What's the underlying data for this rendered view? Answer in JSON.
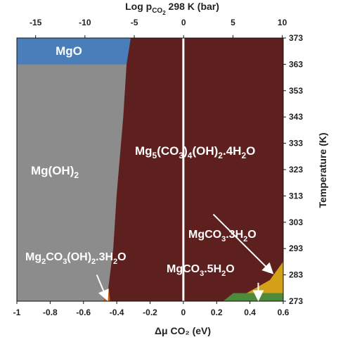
{
  "chart_data": {
    "type": "heatmap",
    "subtype": "phase-diagram",
    "bottom_axis": {
      "label": "Δμ CO₂ (eV)",
      "range": [
        -1,
        0.6
      ],
      "ticks": [
        -1,
        -0.8,
        -0.6,
        -0.4,
        -0.2,
        0,
        0.2,
        0.4,
        0.6
      ],
      "tick_labels": [
        "-1",
        "-0.8",
        "-0.6",
        "-0.4",
        "-0.2",
        "0",
        "0.2",
        "0.4",
        "0.6"
      ]
    },
    "top_axis": {
      "label": "Log pCO₂ 298 K (bar)",
      "label_main": "Log p",
      "label_sub": "CO",
      "label_subsub": "2",
      "label_rest": " 298 K (bar)",
      "range": [
        -16.9,
        10.1
      ],
      "ticks": [
        -15,
        -10,
        -5,
        0,
        5,
        10
      ],
      "tick_labels": [
        "-15",
        "-10",
        "-5",
        "0",
        "5",
        "10"
      ]
    },
    "right_axis": {
      "label": "Temperature (K)",
      "range": [
        273,
        373
      ],
      "ticks": [
        273,
        283,
        293,
        303,
        313,
        323,
        333,
        343,
        353,
        363,
        373
      ],
      "tick_labels": [
        "273",
        "283",
        "293",
        "303",
        "313",
        "323",
        "333",
        "343",
        "353",
        "363",
        "373"
      ]
    },
    "reference_line": {
      "x": 0,
      "color": "#ffffff"
    },
    "regions": [
      {
        "name": "Mg(OH)2",
        "label_main": "Mg(OH)",
        "label_sub": "2",
        "color": "#8c8c8c",
        "polygon": [
          [
            -1,
            273
          ],
          [
            -0.46,
            273
          ],
          [
            -0.44,
            283
          ],
          [
            -0.42,
            293
          ],
          [
            -0.4,
            313
          ],
          [
            -0.36,
            343
          ],
          [
            -0.34,
            363
          ],
          [
            -1,
            363
          ]
        ]
      },
      {
        "name": "MgO",
        "label_main": "MgO",
        "label_sub": "",
        "color": "#4a7ebb",
        "polygon": [
          [
            -1,
            363
          ],
          [
            -0.34,
            363
          ],
          [
            -0.315,
            373
          ],
          [
            -1,
            373
          ]
        ]
      },
      {
        "name": "Mg5(CO3)4(OH)2.4H2O",
        "color": "#5e1f1f",
        "polygon": [
          [
            -0.46,
            273
          ],
          [
            0.6,
            273
          ],
          [
            0.6,
            373
          ],
          [
            -0.315,
            373
          ],
          [
            -0.34,
            363
          ],
          [
            -0.36,
            343
          ],
          [
            -0.4,
            313
          ],
          [
            -0.42,
            293
          ],
          [
            -0.44,
            283
          ]
        ]
      },
      {
        "name": "Mg2CO3(OH)2.3H2O",
        "color": "#c55a11",
        "polygon": [
          [
            -0.48,
            273
          ],
          [
            -0.44,
            273
          ],
          [
            -0.45,
            278
          ]
        ]
      },
      {
        "name": "MgCO3.3H2O",
        "label_main": "MgCO",
        "color": "#d4a017",
        "polygon": [
          [
            0.38,
            276
          ],
          [
            0.6,
            276
          ],
          [
            0.6,
            288
          ],
          [
            0.52,
            281
          ]
        ]
      },
      {
        "name": "MgCO3.5H2O",
        "label_main": "MgCO",
        "color": "#4c8a3c",
        "polygon": [
          [
            0.24,
            273
          ],
          [
            0.6,
            273
          ],
          [
            0.6,
            276
          ],
          [
            0.3,
            276
          ]
        ]
      }
    ],
    "labels": {
      "mgo": "MgO",
      "mgoh2_main": "Mg(OH)",
      "mgoh2_sub": "2",
      "big_a": "Mg",
      "big_b": "5",
      "big_c": "(CO",
      "big_d": "3",
      "big_e": ")",
      "big_f": "4",
      "big_g": "(OH)",
      "big_h": "2",
      "big_i": ".4H",
      "big_j": "2",
      "big_k": "O",
      "hyd_a": "Mg",
      "hyd_b": "2",
      "hyd_c": "CO",
      "hyd_d": "3",
      "hyd_e": "(OH)",
      "hyd_f": "2",
      "hyd_g": ".3H",
      "hyd_h": "2",
      "hyd_i": "O",
      "c3_a": "MgCO",
      "c3_b": "3",
      "c3_c": ".3H",
      "c3_d": "2",
      "c3_e": "O",
      "c5_a": "MgCO",
      "c5_b": "3",
      "c5_c": ".5H",
      "c5_d": "2",
      "c5_e": "O"
    },
    "arrows": [
      {
        "from": [
          0.18,
          306
        ],
        "to": [
          0.53,
          284
        ]
      },
      {
        "from": [
          0.45,
          280
        ],
        "to": [
          0.45,
          274
        ]
      },
      {
        "from": [
          -0.52,
          283
        ],
        "to": [
          -0.46,
          274
        ]
      }
    ]
  }
}
